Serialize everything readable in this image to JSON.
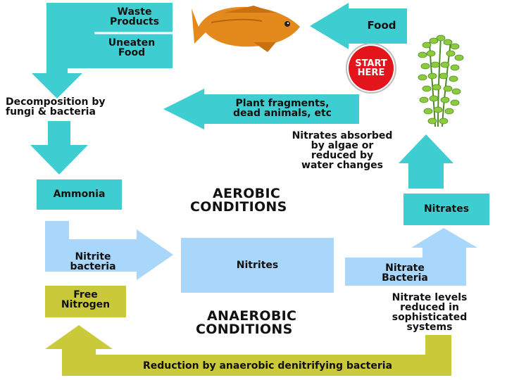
{
  "colors": {
    "aerobic_arrow": "#3ecdd0",
    "nitrite_arrow": "#a9d6fb",
    "anaerobic_arrow": "#c9c93a",
    "start_badge": "#e3141b",
    "fish_body": "#e48a1c",
    "plant_leaf": "#8ccb3e"
  },
  "icons": {
    "fish": "fish-icon",
    "plant": "aquatic-plant-icon"
  },
  "labels": {
    "waste_products": [
      "Waste",
      "Products"
    ],
    "uneaten_food": [
      "Uneaten",
      "Food"
    ],
    "food": "Food",
    "start_here": [
      "START",
      "HERE"
    ],
    "decomposition": [
      "Decomposition by",
      "fungi & bacteria"
    ],
    "plant_fragments": [
      "Plant fragments,",
      "dead animals, etc"
    ],
    "nitrates_absorbed": [
      "Nitrates absorbed",
      "by algae or",
      "reduced by",
      "water changes"
    ],
    "ammonia": "Ammonia",
    "aerobic": [
      "AEROBIC",
      "CONDITIONS"
    ],
    "nitrates": "Nitrates",
    "nitrite_bacteria": [
      "Nitrite",
      "bacteria"
    ],
    "nitrites": "Nitrites",
    "nitrate_bacteria": [
      "Nitrate",
      "Bacteria"
    ],
    "free_nitrogen": [
      "Free",
      "Nitrogen"
    ],
    "anaerobic": [
      "ANAEROBIC",
      "CONDITIONS"
    ],
    "nitrate_levels": [
      "Nitrate levels",
      "reduced in",
      "sophisticated",
      "systems"
    ],
    "reduction": "Reduction by anaerobic denitrifying bacteria"
  }
}
